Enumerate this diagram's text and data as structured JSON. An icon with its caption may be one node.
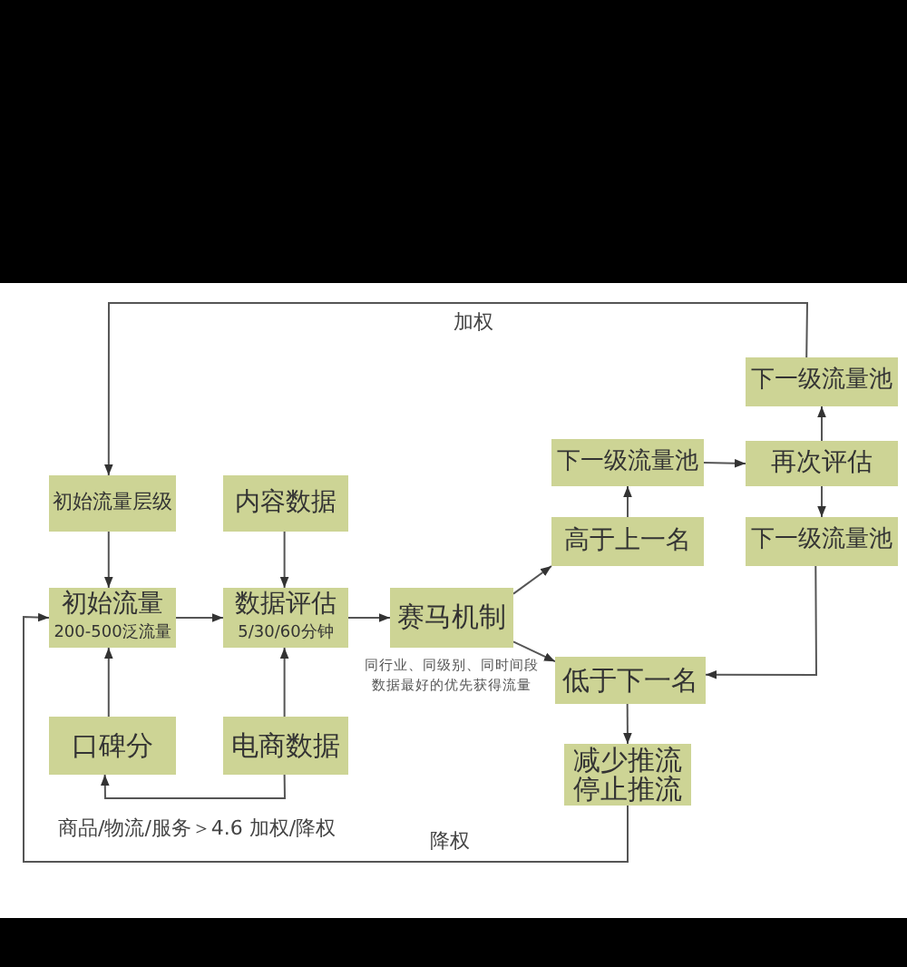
{
  "diagram": {
    "nodes": [
      {
        "text": [
          "初始流量层级"
        ]
      },
      {
        "text": [
          "内容数据"
        ]
      },
      {
        "text": [
          "初始流量",
          "200-500泛流量"
        ]
      },
      {
        "text": [
          "数据评估",
          "5/30/60分钟"
        ]
      },
      {
        "text": [
          "赛马机制"
        ],
        "beside": [
          "同行业、同级别、同时间段数据最好的优先获得流量"
        ]
      },
      {
        "text": [
          "口碑分"
        ]
      },
      {
        "text": [
          "电商数据"
        ]
      },
      {
        "text": [
          "下一级流量池"
        ]
      },
      {
        "text": [
          "高于上一名"
        ]
      },
      {
        "text": [
          "低于下一名"
        ]
      },
      {
        "text": [
          "减少推流停止推流"
        ]
      },
      {
        "text": [
          "下一级流量池"
        ]
      },
      {
        "text": [
          "再次评估"
        ]
      },
      {
        "text": [
          "下一级流量池"
        ]
      }
    ],
    "edges": [
      {
        "from": 11,
        "to": 0,
        "arrow": "to",
        "label": "加权"
      },
      {
        "from": 0,
        "to": 2,
        "arrow": "to"
      },
      {
        "from": 1,
        "to": 3,
        "arrow": "to"
      },
      {
        "from": 5,
        "to": 2,
        "arrow": "to"
      },
      {
        "from": 6,
        "to": 3,
        "arrow": "to"
      },
      {
        "from": 6,
        "to": 5,
        "arrow": "to",
        "label": "商品/物流/服务＞4.6 加权/降权"
      },
      {
        "from": 2,
        "to": 3,
        "arrow": "to"
      },
      {
        "from": 3,
        "to": 4,
        "arrow": "to"
      },
      {
        "from": 4,
        "to": 8,
        "arrow": "to"
      },
      {
        "from": 4,
        "to": 9,
        "arrow": "to"
      },
      {
        "from": 8,
        "to": 7,
        "arrow": "to"
      },
      {
        "from": 7,
        "to": 12,
        "arrow": "to"
      },
      {
        "from": 12,
        "to": 11,
        "arrow": "to"
      },
      {
        "from": 12,
        "to": 13,
        "arrow": "to"
      },
      {
        "from": 13,
        "to": 9,
        "arrow": "to"
      },
      {
        "from": 9,
        "to": 10,
        "arrow": "to"
      },
      {
        "from": 10,
        "to": 2,
        "arrow": "to",
        "label": "降权"
      }
    ]
  }
}
